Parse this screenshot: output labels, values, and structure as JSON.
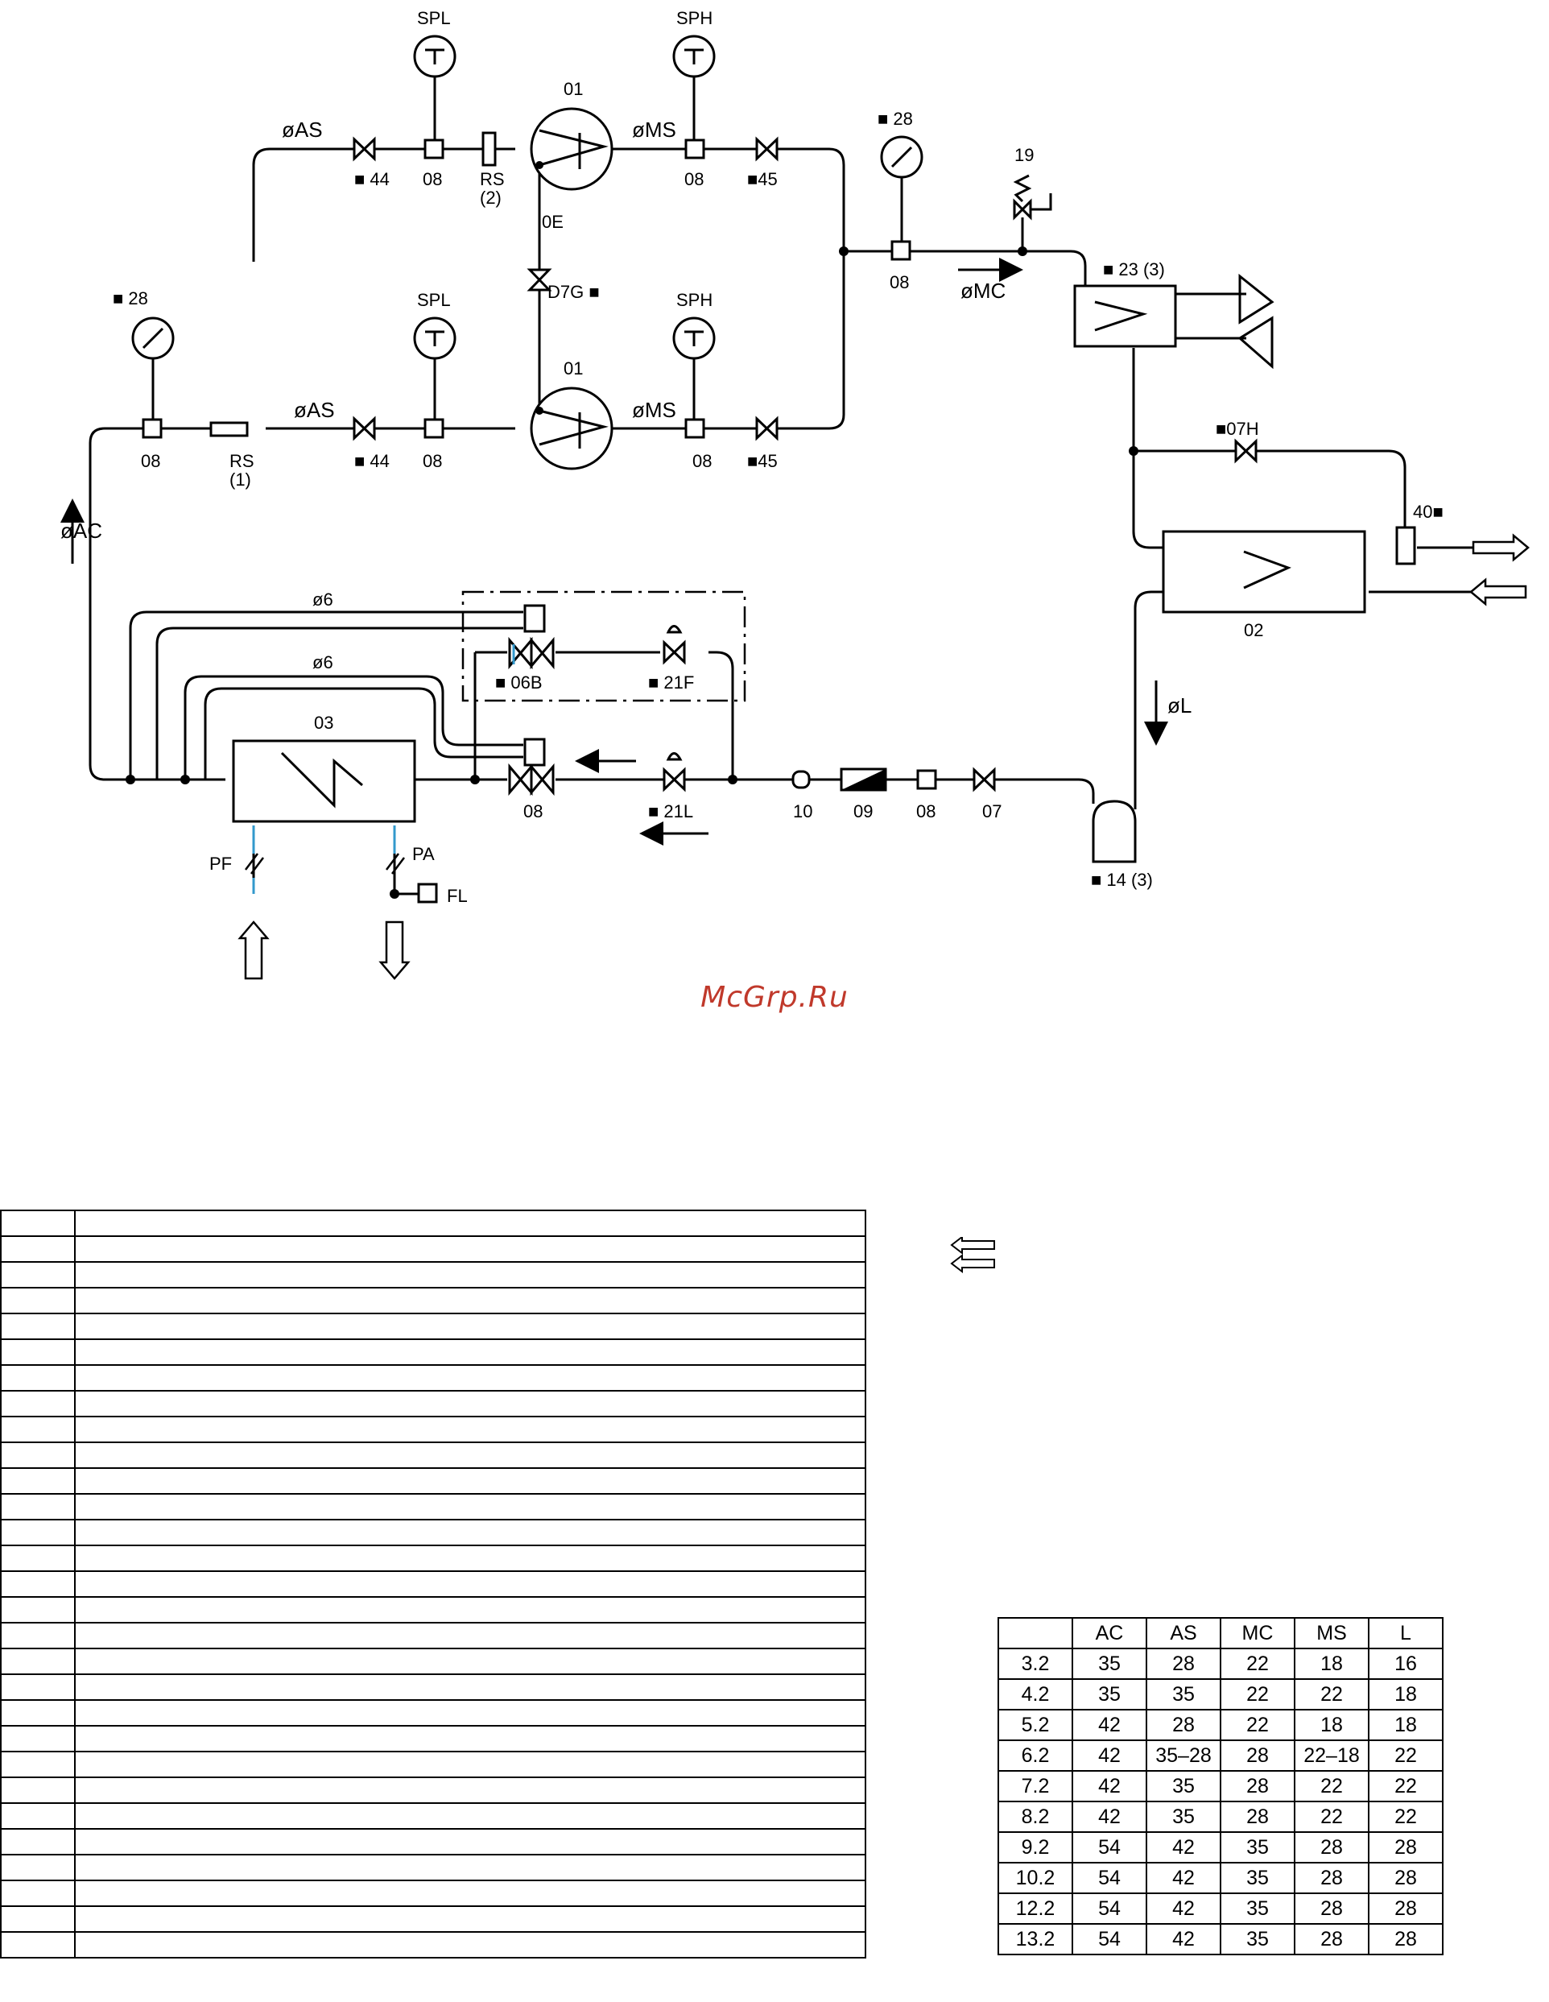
{
  "watermark": "McGrp.Ru",
  "diagram": {
    "labels": {
      "spl_top": "SPL",
      "sph_top": "SPH",
      "spl_mid": "SPL",
      "sph_mid": "SPH",
      "d1_top": "01",
      "d1_bot": "01",
      "oas_top": "øAS",
      "oas_bot": "øAS",
      "oms_top": "øMS",
      "oms_bot": "øMS",
      "v44_top": "■ 44",
      "v44_bot": "■ 44",
      "v45_top": "■45",
      "v45_bot": "■45",
      "d8_a": "08",
      "d8_b": "08",
      "d8_c": "08",
      "d8_d": "08",
      "d8_e": "08",
      "d8_f": "08",
      "rs2_a": "RS",
      "rs2_b": "(2)",
      "rs1_a": "RS",
      "rs1_b": "(1)",
      "oe": "0E",
      "d7g": "D7G ■",
      "g28_top": "■ 28",
      "g28_left": "■ 28",
      "r19": "19",
      "hx23": "■ 23 (3)",
      "omc": "øMC",
      "v07h": "■07H",
      "c40": "40■",
      "hx02": "02",
      "oac": "øAC",
      "ol": "øL",
      "o6_a": "ø6",
      "o6_b": "ø6",
      "hx03": "03",
      "v06b": "■ 06B",
      "v21f": "■ 21F",
      "v08": "08",
      "v21l": "■ 21L",
      "c10": "10",
      "c09": "09",
      "c08": "08",
      "c07": "07",
      "r14": "■ 14 (3)",
      "pf": "PF",
      "pa": "PA",
      "fl": "FL"
    }
  },
  "blank_table": {
    "rows": 29
  },
  "size_table": {
    "headers": [
      "",
      "AC",
      "AS",
      "MC",
      "MS",
      "L"
    ],
    "rows": [
      [
        "3.2",
        "35",
        "28",
        "22",
        "18",
        "16"
      ],
      [
        "4.2",
        "35",
        "35",
        "22",
        "22",
        "18"
      ],
      [
        "5.2",
        "42",
        "28",
        "22",
        "18",
        "18"
      ],
      [
        "6.2",
        "42",
        "35–28",
        "28",
        "22–18",
        "22"
      ],
      [
        "7.2",
        "42",
        "35",
        "28",
        "22",
        "22"
      ],
      [
        "8.2",
        "42",
        "35",
        "28",
        "22",
        "22"
      ],
      [
        "9.2",
        "54",
        "42",
        "35",
        "28",
        "28"
      ],
      [
        "10.2",
        "54",
        "42",
        "35",
        "28",
        "28"
      ],
      [
        "12.2",
        "54",
        "42",
        "35",
        "28",
        "28"
      ],
      [
        "13.2",
        "54",
        "42",
        "35",
        "28",
        "28"
      ]
    ]
  }
}
